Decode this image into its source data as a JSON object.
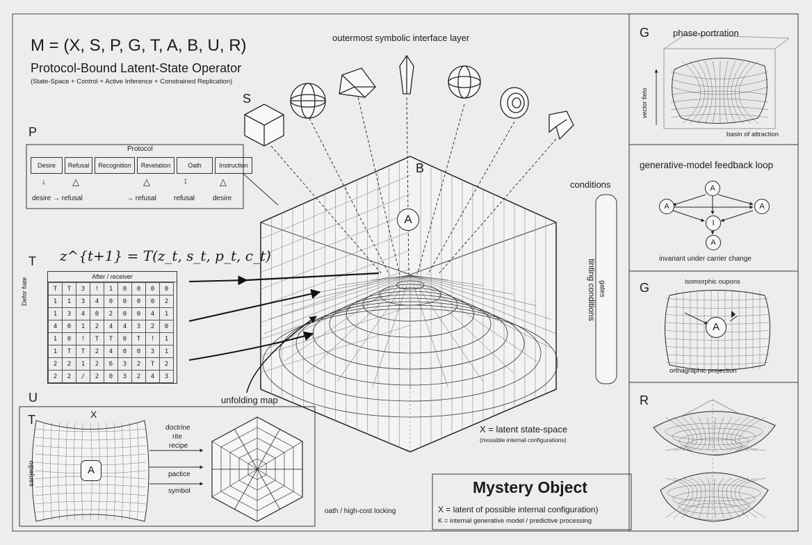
{
  "header": {
    "formula": "M = (X, S, P, G, T, A, B, U, R)",
    "subtitle": "Protocol-Bound Latent-State Operator",
    "note": "(State-Space + Control + Active Inference + Constrained Replication)"
  },
  "letters": {
    "S": "S",
    "P": "P",
    "T": "T",
    "U": "U",
    "T2": "T",
    "X": "X",
    "B": "B",
    "A": "A"
  },
  "top_label": "outermost symbolic interface layer",
  "protocol": {
    "title": "Protocol",
    "steps": [
      "Desire",
      "Refusal",
      "Recognition",
      "Revelation",
      "Oath",
      "Instruction"
    ],
    "bottom": [
      "desire → refusal",
      "→ refusal",
      "refusal",
      "desire"
    ]
  },
  "transition": {
    "equation": "z^{t+1} = T(z_t, s_t, p_t, c_t)",
    "col_header": "After / receiver",
    "row_header": "Defor fiate",
    "rows": [
      [
        "T",
        "T",
        "3",
        "!",
        "1",
        "0",
        "0",
        "0",
        "0"
      ],
      [
        "1",
        "1",
        "3",
        "4",
        "0",
        "0",
        "0",
        "0",
        "2"
      ],
      [
        "1",
        "3",
        "4",
        "0",
        "2",
        "0",
        "0",
        "4",
        "1"
      ],
      [
        "4",
        "0",
        "1",
        "2",
        "4",
        "4",
        "3",
        "2",
        "0"
      ],
      [
        "1",
        "0",
        "!",
        "T",
        "T",
        "0",
        "T",
        "!",
        "1"
      ],
      [
        "1",
        "T",
        "T",
        "2",
        "4",
        "0",
        "0",
        "3",
        "1"
      ],
      [
        "2",
        "2",
        "1",
        "2",
        "6",
        "3",
        "2",
        "T",
        "2"
      ],
      [
        "2",
        "2",
        "/",
        "2",
        "0",
        "3",
        "2",
        "4",
        "3"
      ]
    ]
  },
  "labels": {
    "conditions": "conditions",
    "bar_text": "tinting conditions",
    "bar_sub": "gates",
    "unfolding": "unfolding map",
    "latent_main": "X = latent state-space",
    "latent_sub": "(mossible internal configurations)",
    "oath": "oath / high-cost locking"
  },
  "u_panel": {
    "side_label": "sanjedio",
    "items": [
      "doctrine",
      "rite",
      "recipe",
      "pactice",
      "symbol"
    ]
  },
  "right": {
    "g1": {
      "letter": "G",
      "title": "phase-portration",
      "axis": "vector fielo",
      "basin": "basin of attraction"
    },
    "loop": {
      "title": "generative-model feedback loop",
      "caption": "invariant under carrier change",
      "nodes": [
        "A",
        "A",
        "A",
        "I",
        "A"
      ]
    },
    "g2": {
      "letter": "G",
      "title": "isomorphic oupons",
      "caption": "orthagraphic projection"
    },
    "r": {
      "letter": "R"
    }
  },
  "mystery": {
    "title": "Mystery Object",
    "line1": "X = latent of possible internal configuration)",
    "line2": "K = internal generative model / predictive processing"
  }
}
